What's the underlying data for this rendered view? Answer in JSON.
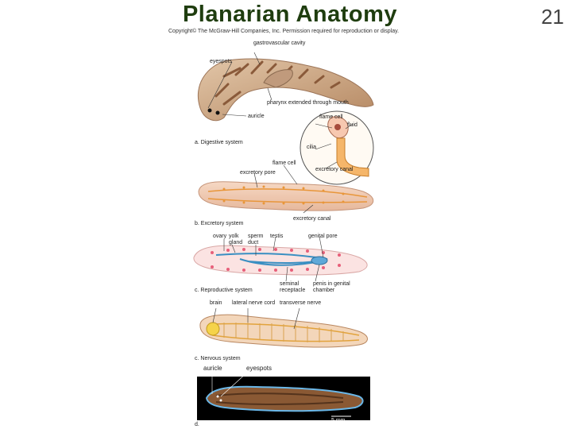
{
  "slide": {
    "title": "Planarian Anatomy",
    "number": "21"
  },
  "figure": {
    "copyright": "Copyright© The McGraw-Hill Companies, Inc. Permission required for reproduction or display.",
    "digestive": {
      "caption": "a. Digestive system",
      "labels": {
        "eyespots": "eyespots",
        "gastrovascular_cavity": "gastrovascular cavity",
        "pharynx": "pharynx extended through mouth",
        "auricle": "auricle"
      }
    },
    "flame_cell_inset": {
      "labels": {
        "flame_cell": "flame cell",
        "fluid": "fluid",
        "cilia": "cilia",
        "excretory_canal": "excretory canal"
      }
    },
    "excretory": {
      "caption": "b. Excretory system",
      "labels": {
        "flame_cell": "flame cell",
        "excretory_pore": "excretory pore",
        "excretory_canal": "excretory canal"
      }
    },
    "reproductive": {
      "caption": "c. Reproductive system",
      "labels": {
        "ovary": "ovary",
        "yolk_gland": "yolk gland",
        "sperm_duct": "sperm duct",
        "testis": "testis",
        "genital_pore": "genital pore",
        "seminal_receptacle": "seminal receptacle",
        "penis": "penis in genital chamber"
      }
    },
    "nervous": {
      "caption": "c. Nervous system",
      "labels": {
        "brain": "brain",
        "lateral_nerve_cord": "lateral nerve cord",
        "transverse_nerve": "transverse nerve"
      }
    },
    "photo": {
      "caption": "d.",
      "scale": "5 mm",
      "labels": {
        "auricle": "auricle",
        "eyespots": "eyespots"
      }
    }
  }
}
